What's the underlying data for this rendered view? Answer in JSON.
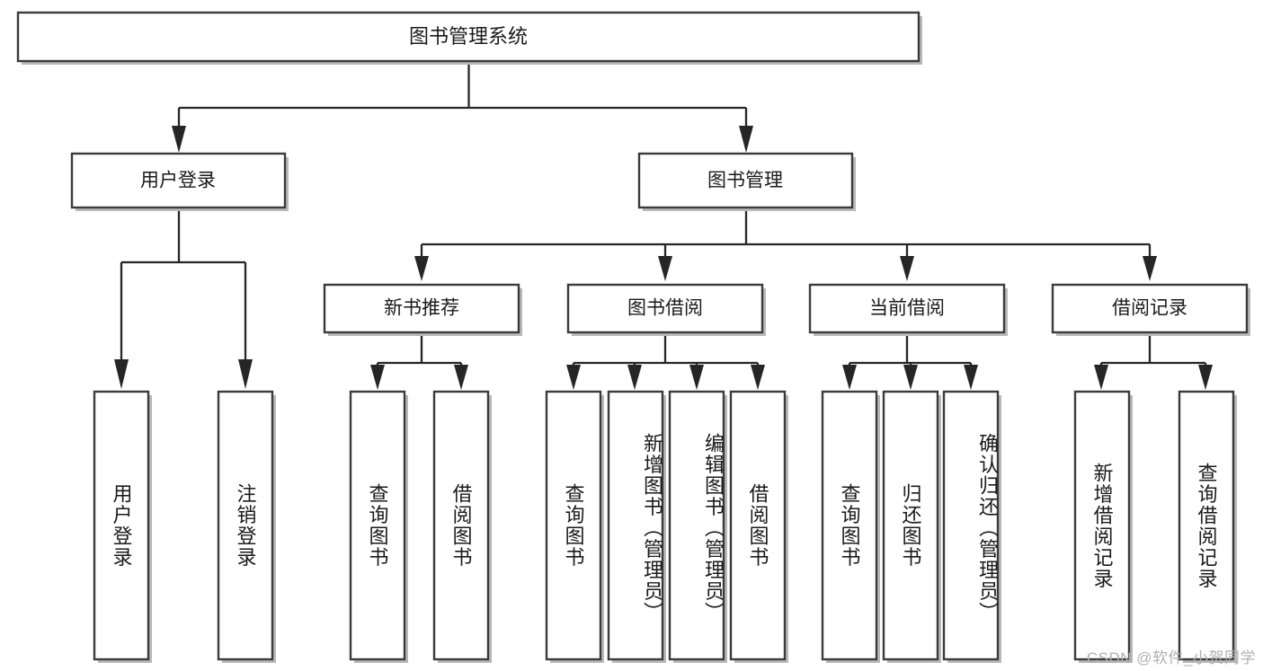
{
  "diagram": {
    "type": "tree",
    "title_node": {
      "label": "图书管理系统"
    },
    "level2": [
      {
        "id": "user-login",
        "label": "用户登录"
      },
      {
        "id": "book-manage",
        "label": "图书管理"
      }
    ],
    "level3": [
      {
        "id": "new-book-recommend",
        "label": "新书推荐",
        "parent": "book-manage"
      },
      {
        "id": "book-borrow",
        "label": "图书借阅",
        "parent": "book-manage"
      },
      {
        "id": "current-borrow",
        "label": "当前借阅",
        "parent": "book-manage"
      },
      {
        "id": "borrow-record",
        "label": "借阅记录",
        "parent": "book-manage"
      }
    ],
    "leaves": [
      {
        "id": "leaf-user-login",
        "label": "用户登录",
        "parent": "user-login"
      },
      {
        "id": "leaf-logout-login",
        "label": "注销登录",
        "parent": "user-login"
      },
      {
        "id": "leaf-query-book-1",
        "label": "查询图书",
        "parent": "new-book-recommend"
      },
      {
        "id": "leaf-borrow-book-1",
        "label": "借阅图书",
        "parent": "new-book-recommend"
      },
      {
        "id": "leaf-query-book-2",
        "label": "查询图书",
        "parent": "book-borrow"
      },
      {
        "id": "leaf-add-book",
        "label": "新增图书（管理员）",
        "parent": "book-borrow"
      },
      {
        "id": "leaf-edit-book",
        "label": "编辑图书（管理员）",
        "parent": "book-borrow"
      },
      {
        "id": "leaf-borrow-book-2",
        "label": "借阅图书",
        "parent": "book-borrow"
      },
      {
        "id": "leaf-query-book-3",
        "label": "查询图书",
        "parent": "current-borrow"
      },
      {
        "id": "leaf-return-book",
        "label": "归还图书",
        "parent": "current-borrow"
      },
      {
        "id": "leaf-confirm-return",
        "label": "确认归还（管理员）",
        "parent": "current-borrow"
      },
      {
        "id": "leaf-add-record",
        "label": "新增借阅记录",
        "parent": "borrow-record"
      },
      {
        "id": "leaf-query-record",
        "label": "查询借阅记录",
        "parent": "borrow-record"
      }
    ],
    "colors": {
      "box_stroke": "#3b3b3b",
      "box_fill": "#ffffff",
      "connector": "#262626",
      "text": "#1a1a1a",
      "background": "#ffffff",
      "watermark": "#b0b0b0"
    }
  },
  "watermark": {
    "text": "CSDN @软件_小贺同学"
  }
}
